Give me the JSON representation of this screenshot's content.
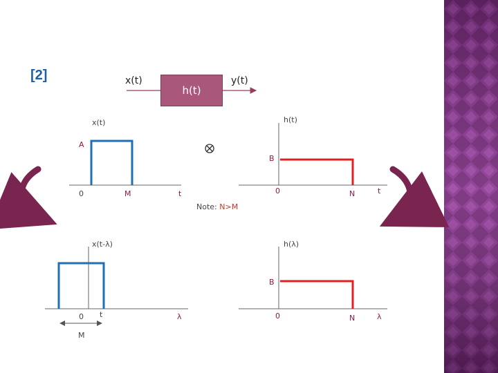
{
  "slide_number": "[2]",
  "system": {
    "input": "x(t)",
    "block": "h(t)",
    "output": "y(t)"
  },
  "top_left_plot": {
    "signal": "x(t)",
    "amplitude": "A",
    "origin": "0",
    "end": "M",
    "axis_var": "t"
  },
  "convolve_symbol": "⊗",
  "top_right_plot": {
    "signal": "h(t)",
    "amplitude": "B",
    "origin": "0",
    "end": "N",
    "axis_var": "t"
  },
  "note": {
    "prefix": "Note: ",
    "condition": "N>M"
  },
  "bottom_left_plot": {
    "signal": "x(t-λ)",
    "origin": "0",
    "shift": "t",
    "axis_var": "λ",
    "width_label": "M"
  },
  "bottom_right_plot": {
    "signal": "h(λ)",
    "amplitude": "B",
    "origin": "0",
    "end": "N",
    "axis_var": "λ"
  },
  "colors": {
    "x_signal": "#1f6fb5",
    "h_signal": "#e02020",
    "block_fill": "#a9577a",
    "curved_arrow": "#7a2450",
    "band": "#6b2a6e"
  }
}
